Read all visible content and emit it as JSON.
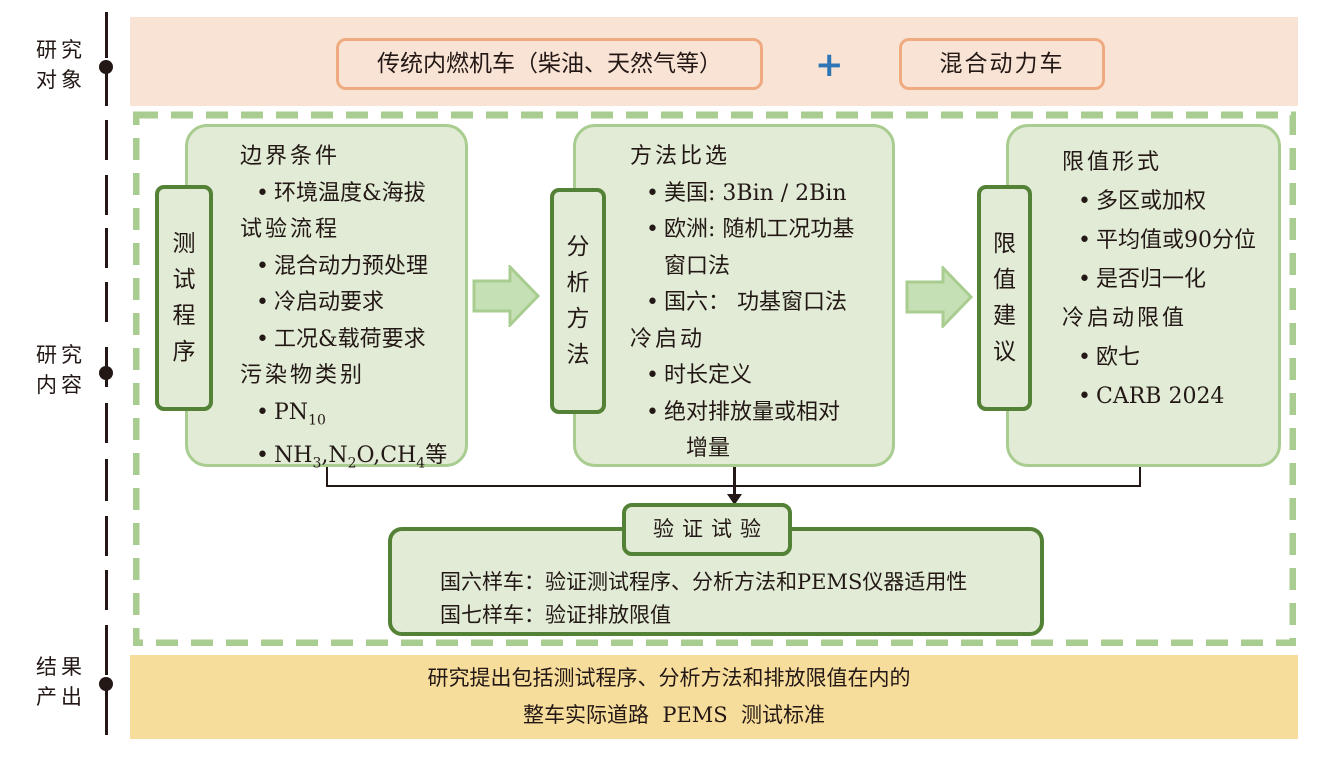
{
  "timeline": {
    "labels": [
      {
        "line1": "研究",
        "line2": "对象"
      },
      {
        "line1": "研究",
        "line2": "内容"
      },
      {
        "line1": "结果",
        "line2": "产出"
      }
    ]
  },
  "research_objects": {
    "items": [
      "传统内燃机车（柴油、天然气等）",
      "混合动力车"
    ],
    "connector": "+"
  },
  "research_content": {
    "modules": [
      {
        "tag": [
          "测",
          "试",
          "程",
          "序"
        ],
        "sections": [
          {
            "heading": "边界条件",
            "bullets": [
              "环境温度&海拔"
            ]
          },
          {
            "heading": "试验流程",
            "bullets": [
              "混合动力预处理",
              "冷启动要求",
              "工况&载荷要求"
            ]
          },
          {
            "heading": "污染物类别",
            "bullets": []
          }
        ],
        "pollutants": {
          "pn": {
            "base": "PN",
            "sub": "10"
          },
          "gases": {
            "nh": "NH",
            "nh_sub": "3",
            "n2o_a": ",N",
            "n2o_sub": "2",
            "n2o_b": "O,CH",
            "ch_sub": "4",
            "suffix": "等"
          }
        }
      },
      {
        "tag": [
          "分",
          "析",
          "方",
          "法"
        ],
        "sections": [
          {
            "heading": "方法比选",
            "bullets": [
              "美国: 3Bin / 2Bin",
              "欧洲: 随机工况功基",
              "窗口法",
              "国六：  功基窗口法"
            ]
          },
          {
            "heading": "冷启动",
            "bullets": [
              "时长定义",
              "绝对排放量或相对",
              "增量"
            ]
          }
        ]
      },
      {
        "tag": [
          "限",
          "值",
          "建",
          "议"
        ],
        "sections": [
          {
            "heading": "限值形式",
            "bullets": [
              "多区或加权",
              "平均值或90分位",
              "是否归一化"
            ]
          },
          {
            "heading": "冷启动限值",
            "bullets": [
              "欧七",
              "CARB 2024"
            ]
          }
        ]
      }
    ],
    "verification": {
      "title": "验证试验",
      "lines": [
        "国六样车：验证测试程序、分析方法和PEMS仪器适用性",
        "国七样车：验证排放限值"
      ]
    }
  },
  "result_output": {
    "lines": [
      "研究提出包括测试程序、分析方法和排放限值在内的",
      "整车实际道路  PEMS  测试标准"
    ]
  },
  "colors": {
    "objects_band": "#f8e3d5",
    "objects_border": "#efab7f",
    "plus": "#2e75b6",
    "dash_green": "#a9cd90",
    "card_fill": "#e1ebd6",
    "tag_border": "#538135",
    "result_band": "#f7dd9b"
  }
}
